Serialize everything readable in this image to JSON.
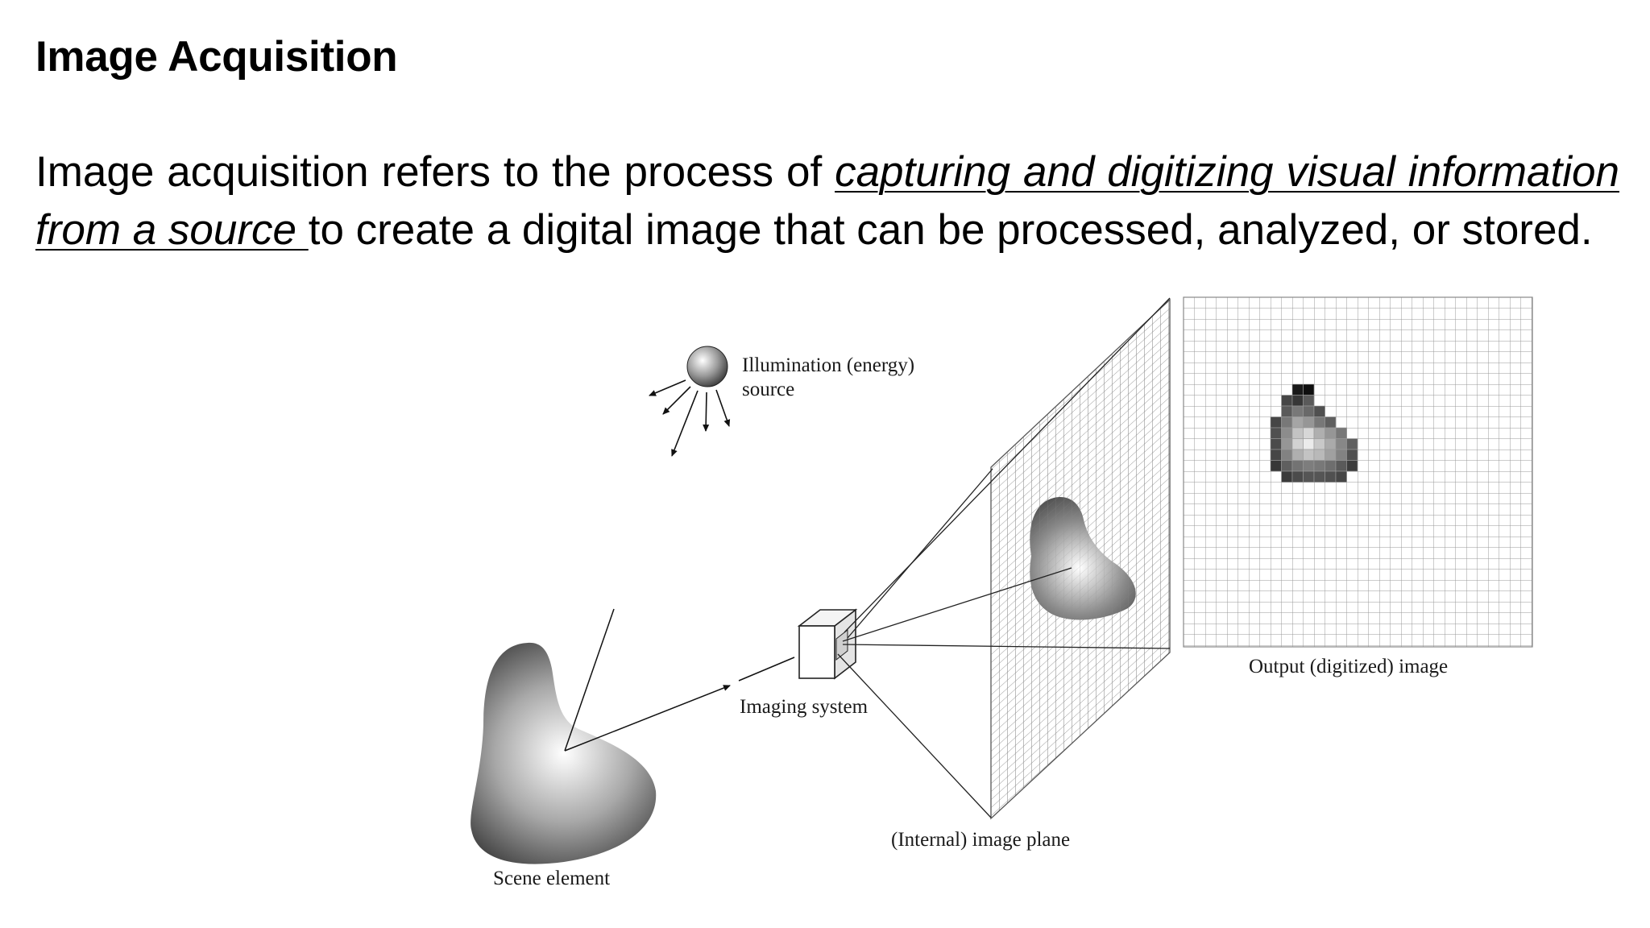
{
  "slide": {
    "title": "Image Acquisition",
    "body": {
      "text_before": "Image acquisition refers to the process of ",
      "emphasis": "capturing and digitizing visual information from a source ",
      "text_after": "to create a digital image that can be processed, analyzed, or stored."
    }
  },
  "figure": {
    "labels": {
      "illumination_line1": "Illumination (energy)",
      "illumination_line2": "source",
      "imaging_system": "Imaging system",
      "image_plane": "(Internal) image plane",
      "output_image": "Output (digitized) image",
      "scene_element": "Scene element"
    }
  }
}
